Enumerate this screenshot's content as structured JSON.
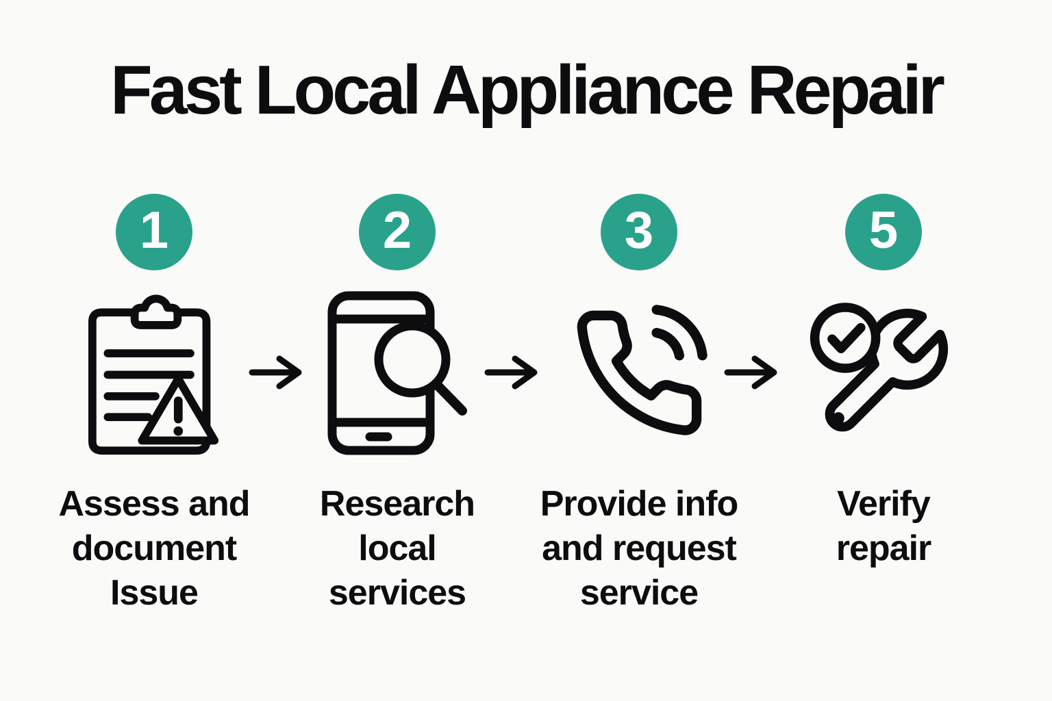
{
  "title": "Fast Local Appliance Repair",
  "colors": {
    "accent": "#2aa28b",
    "ink": "#0d0d10",
    "background": "#fafaf8",
    "badge_number": "#ffffff"
  },
  "steps": [
    {
      "number": "1",
      "icon": "clipboard-warning-icon",
      "label": "Assess and\ndocument\nIssue"
    },
    {
      "number": "2",
      "icon": "smartphone-search-icon",
      "label": "Research\nlocal\nservices"
    },
    {
      "number": "3",
      "icon": "phone-call-icon",
      "label": "Provide info\nand request\nservice"
    },
    {
      "number": "5",
      "icon": "wrench-check-icon",
      "label": "Verify\nrepair"
    }
  ],
  "connectors": [
    {
      "icon": "arrow-right-icon"
    },
    {
      "icon": "arrow-right-icon"
    },
    {
      "icon": "arrow-right-icon"
    }
  ]
}
